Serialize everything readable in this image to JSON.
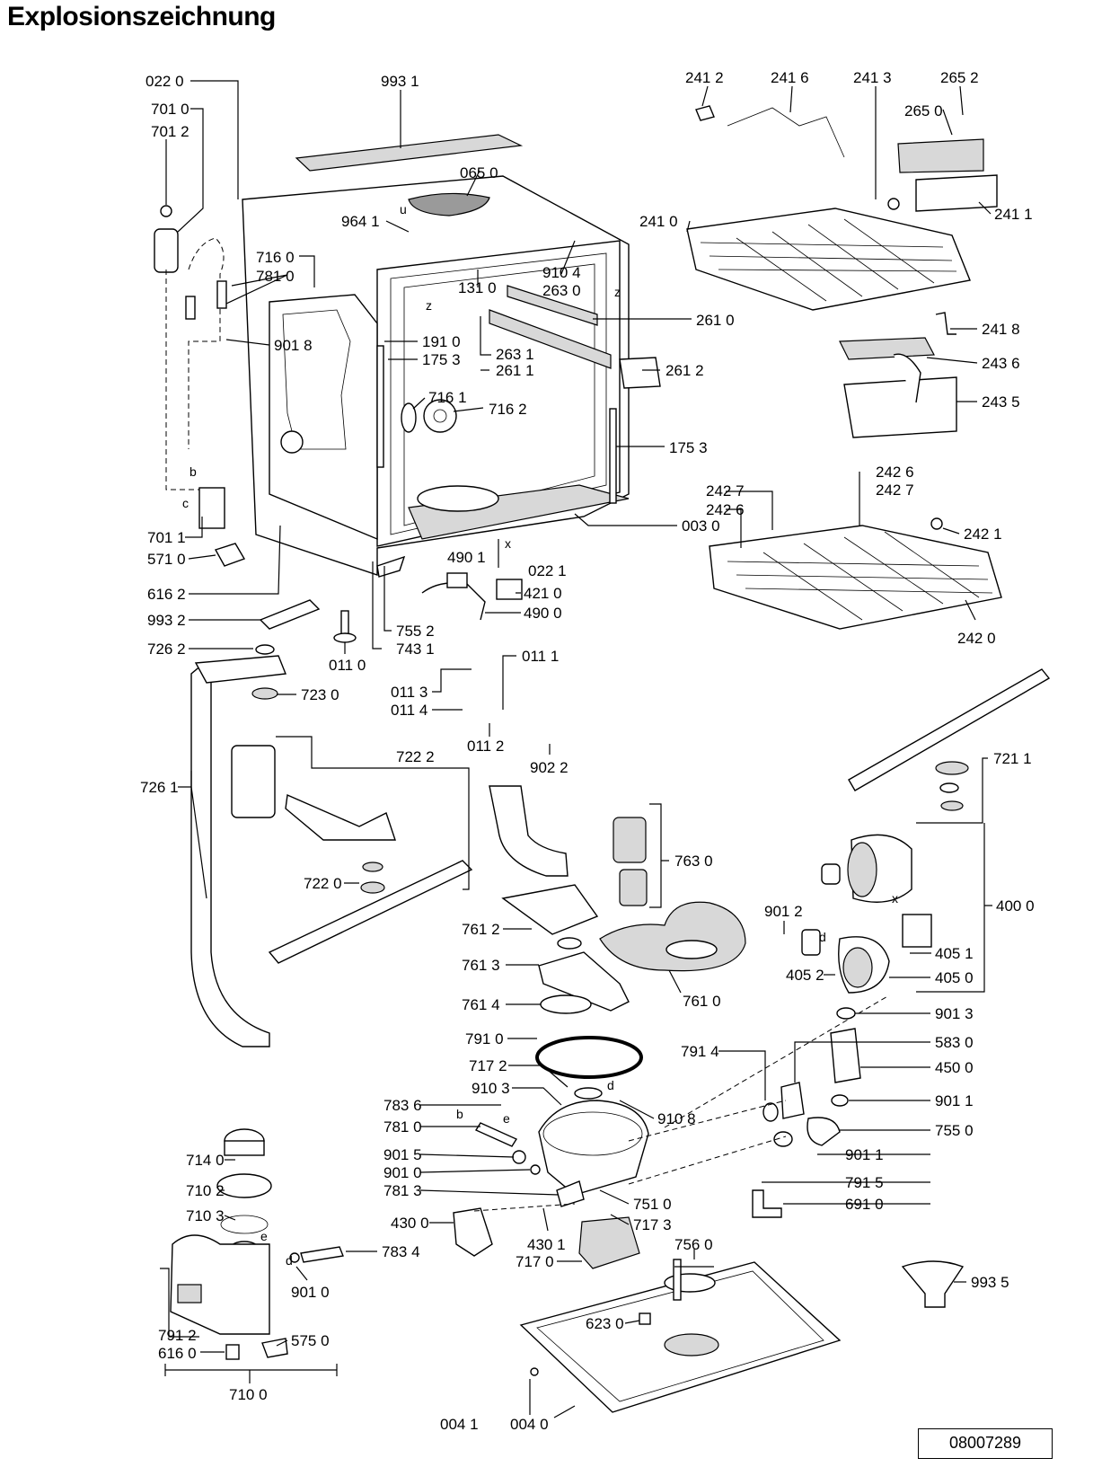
{
  "title": "Explosionszeichnung",
  "drawing_number": "08007289",
  "parts": {
    "p022_0": "022 0",
    "p701_0": "701 0",
    "p701_2": "701 2",
    "p993_1": "993 1",
    "p065_0": "065 0",
    "p964_1": "964 1",
    "p716_0": "716 0",
    "p781_0_top": "781 0",
    "p901_8": "901 8",
    "p131_0": "131 0",
    "p910_4": "910 4",
    "p263_0": "263 0",
    "p261_0": "261 0",
    "p191_0": "191 0",
    "p175_3_a": "175 3",
    "p263_1": "263 1",
    "p261_1": "261 1",
    "p261_2": "261 2",
    "p716_1": "716 1",
    "p716_2": "716 2",
    "p175_3_b": "175 3",
    "p003_0": "003 0",
    "p701_1": "701 1",
    "p571_0": "571 0",
    "p616_2": "616 2",
    "p490_1": "490 1",
    "p022_1": "022 1",
    "p421_0": "421 0",
    "p490_0": "490 0",
    "p993_2": "993 2",
    "p755_2": "755 2",
    "p743_1": "743 1",
    "p011_0": "011 0",
    "p241_2": "241 2",
    "p241_6": "241 6",
    "p241_3": "241 3",
    "p265_2": "265 2",
    "p265_0": "265 0",
    "p241_0": "241 0",
    "p241_1": "241 1",
    "p241_8": "241 8",
    "p243_6": "243 6",
    "p243_5": "243 5",
    "p242_6_a": "242 6",
    "p242_7_a": "242 7",
    "p242_7_b": "242 7",
    "p242_6_b": "242 6",
    "p242_1": "242 1",
    "p242_0": "242 0",
    "p726_2": "726 2",
    "p723_0": "723 0",
    "p011_1": "011 1",
    "p011_3": "011 3",
    "p011_4": "011 4",
    "p011_2": "011 2",
    "p902_2": "902 2",
    "p722_2": "722 2",
    "p726_1": "726 1",
    "p722_0": "722 0",
    "p721_1": "721 1",
    "p763_0": "763 0",
    "p400_0": "400 0",
    "p901_2": "901 2",
    "p761_2": "761 2",
    "p761_3": "761 3",
    "p761_4": "761 4",
    "p761_0": "761 0",
    "p405_1": "405 1",
    "p405_2": "405 2",
    "p405_0": "405 0",
    "p901_3": "901 3",
    "p791_0": "791 0",
    "p791_4": "791 4",
    "p583_0": "583 0",
    "p717_2": "717 2",
    "p910_3": "910 3",
    "p910_8": "910 8",
    "p450_0": "450 0",
    "p783_6": "783 6",
    "p781_0_bot": "781 0",
    "p901_1_a": "901 1",
    "p755_0": "755 0",
    "p901_1_b": "901 1",
    "p714_0": "714 0",
    "p901_5": "901 5",
    "p901_0_a": "901 0",
    "p710_2": "710 2",
    "p781_3": "781 3",
    "p751_0": "751 0",
    "p791_5": "791 5",
    "p691_0": "691 0",
    "p710_3": "710 3",
    "p430_0": "430 0",
    "p717_3": "717 3",
    "p783_4": "783 4",
    "p430_1": "430 1",
    "p756_0": "756 0",
    "p717_0": "717 0",
    "p901_0_b": "901 0",
    "p993_5": "993 5",
    "p623_0": "623 0",
    "p791_2": "791 2",
    "p616_0": "616 0",
    "p575_0": "575 0",
    "p004_1": "004 1",
    "p004_0": "004 0",
    "p710_0": "710 0"
  },
  "letters": {
    "u": "u",
    "z1": "z",
    "z2": "z",
    "x1": "x",
    "x2": "x",
    "b1": "b",
    "b2": "b",
    "c1": "c",
    "e1": "e",
    "e2": "e",
    "d1": "d",
    "d2": "d",
    "d3": "d"
  }
}
